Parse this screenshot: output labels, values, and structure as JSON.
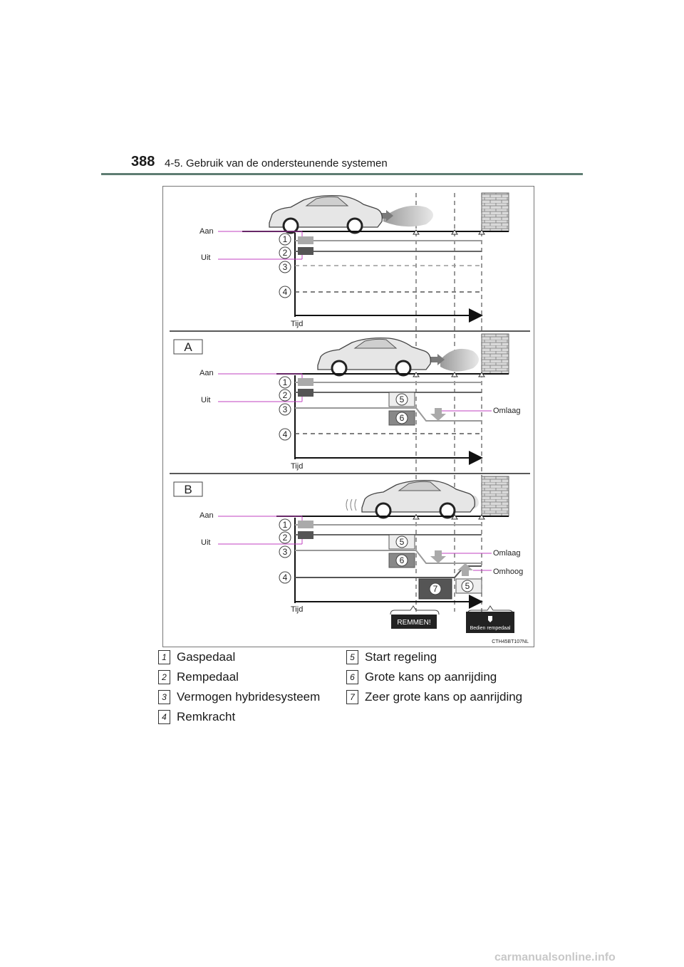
{
  "header": {
    "page_number": "388",
    "section_title": "4-5. Gebruik van de ondersteunende systemen"
  },
  "figure": {
    "labels": {
      "on": "Aan",
      "off": "Uit",
      "time": "Tijd",
      "down": "Omlaag",
      "up": "Omhoog",
      "brake_warning": "REMMEN!",
      "press_brake_pedal": "Bedien rempedaal"
    },
    "panel_letters": [
      "A",
      "B"
    ],
    "image_code": "CTH45BT107NL"
  },
  "legend": [
    {
      "num": "1",
      "label": "Gaspedaal"
    },
    {
      "num": "2",
      "label": "Rempedaal"
    },
    {
      "num": "3",
      "label": "Vermogen hybridesysteem"
    },
    {
      "num": "4",
      "label": "Remkracht"
    },
    {
      "num": "5",
      "label": "Start regeling"
    },
    {
      "num": "6",
      "label": "Grote kans op aanrijding"
    },
    {
      "num": "7",
      "label": "Zeer grote kans op aanrijding"
    }
  ],
  "watermark": "carmanualsonline.info"
}
